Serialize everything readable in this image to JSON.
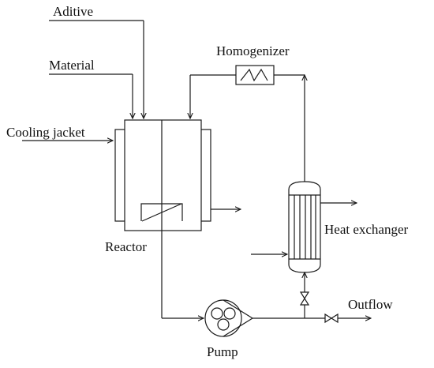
{
  "labels": {
    "additive": "Aditive",
    "material": "Material",
    "cooling_jacket": "Cooling jacket",
    "homogenizer": "Homogenizer",
    "reactor": "Reactor",
    "heat_exchanger": "Heat exchanger",
    "outflow": "Outflow",
    "pump": "Pump"
  },
  "colors": {
    "line": "#1a1a1a",
    "text": "#111111",
    "background": "#ffffff"
  }
}
